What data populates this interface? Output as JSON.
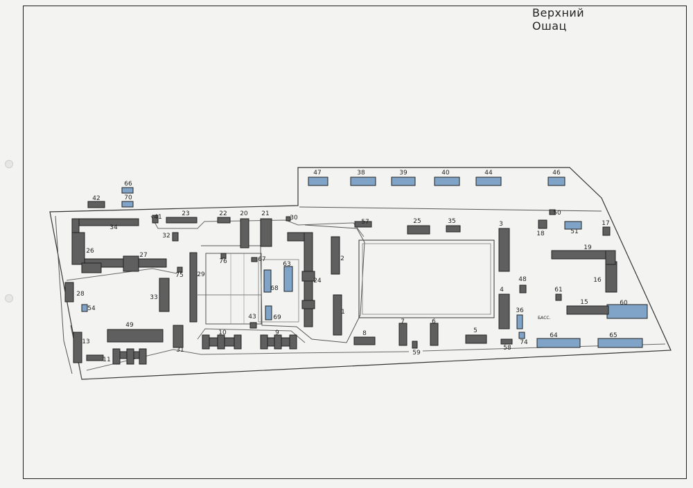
{
  "title": "Верхний Ошац",
  "colors": {
    "building": "#5f5f5f",
    "highlight": "#7fa4c8",
    "ink": "#2a2a2a",
    "paper": "#f3f3f1"
  },
  "labels": {
    "b1": "1",
    "b2": "2",
    "b3": "3",
    "b4": "4",
    "b5": "5",
    "b6": "6",
    "b7": "7",
    "b8": "8",
    "b9": "9",
    "b10": "10",
    "b11": "11",
    "b13": "13",
    "b15": "15",
    "b16": "16",
    "b17": "17",
    "b18": "18",
    "b19": "19",
    "b20": "20",
    "b21": "21",
    "b22": "22",
    "b23": "23",
    "b24": "24",
    "b25": "25",
    "b26": "26",
    "b27": "27",
    "b28": "28",
    "b29": "29",
    "b30": "30",
    "b31": "31",
    "b32": "32",
    "b33": "33",
    "b34": "34",
    "b35": "35",
    "b36": "36",
    "b38": "38",
    "b39": "39",
    "b40": "40",
    "b41": "41",
    "b42": "42",
    "b43": "43",
    "b44": "44",
    "b46": "46",
    "b47": "47",
    "b48": "48",
    "b49": "49",
    "b50": "50",
    "b51": "51",
    "b54": "54",
    "b57": "57",
    "b58": "58",
    "b59": "59",
    "b60": "60",
    "b61": "61",
    "b63": "63",
    "b64": "64",
    "b65": "65",
    "b66": "66",
    "b67": "67",
    "b68": "68",
    "b69": "69",
    "b70": "70",
    "b74": "74",
    "b75": "75",
    "b76": "76",
    "bass": "БАСС."
  }
}
